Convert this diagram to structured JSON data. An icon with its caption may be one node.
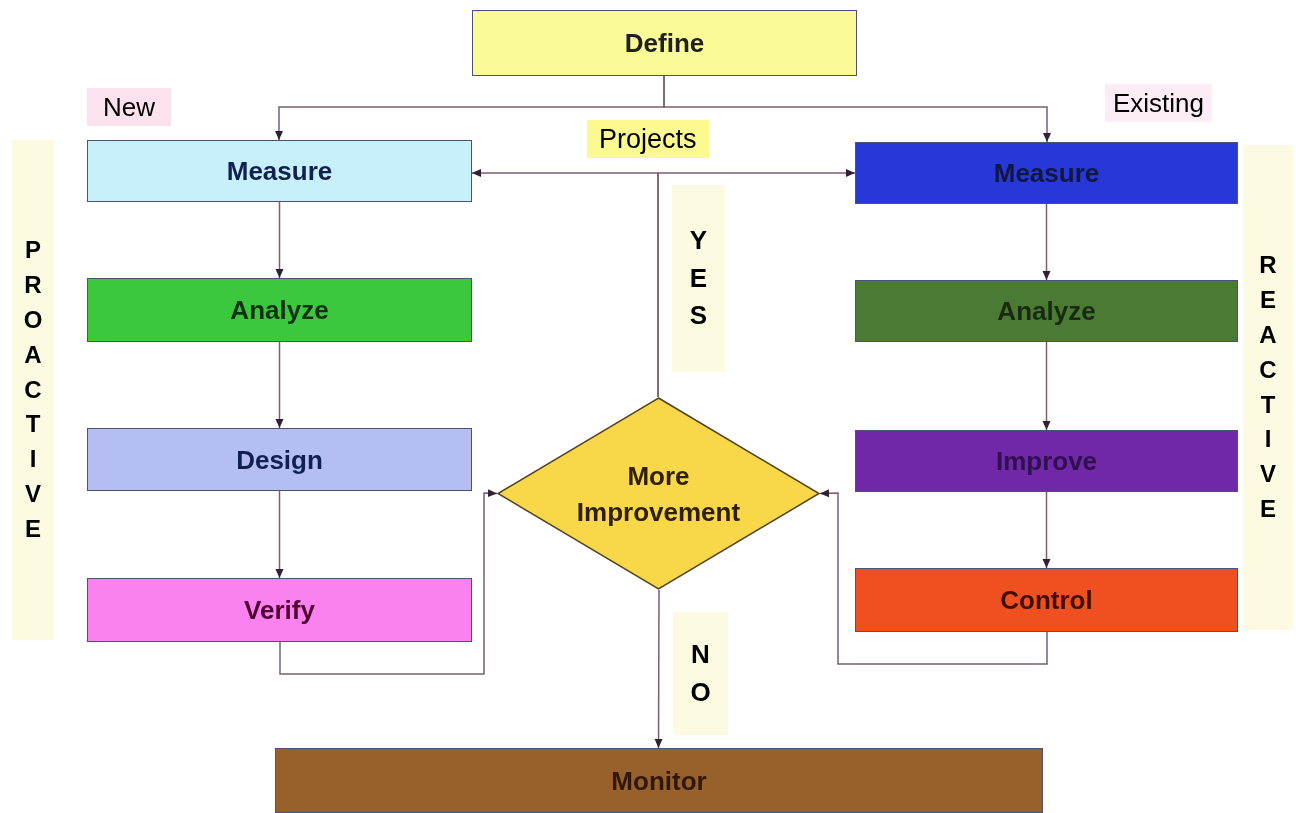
{
  "diagram": {
    "nodes": [
      {
        "text": [
          "Define"
        ]
      },
      {
        "text": [
          "Measure"
        ]
      },
      {
        "text": [
          "Analyze"
        ]
      },
      {
        "text": [
          "Design"
        ]
      },
      {
        "text": [
          "Verify"
        ]
      },
      {
        "text": [
          "Measure"
        ]
      },
      {
        "text": [
          "Analyze"
        ]
      },
      {
        "text": [
          "Improve"
        ]
      },
      {
        "text": [
          "Control"
        ]
      },
      {
        "text": [
          "More Improvement"
        ]
      },
      {
        "text": [
          "Monitor"
        ]
      }
    ],
    "edges": [
      {
        "from": 0,
        "to": 1,
        "arrow": "to"
      },
      {
        "from": 0,
        "to": 5,
        "arrow": "to"
      },
      {
        "from": 1,
        "to": 2,
        "arrow": "to"
      },
      {
        "from": 2,
        "to": 3,
        "arrow": "to"
      },
      {
        "from": 3,
        "to": 4,
        "arrow": "to"
      },
      {
        "from": 5,
        "to": 6,
        "arrow": "to"
      },
      {
        "from": 6,
        "to": 7,
        "arrow": "to"
      },
      {
        "from": 7,
        "to": 8,
        "arrow": "to"
      },
      {
        "from": 4,
        "to": 9,
        "arrow": "to"
      },
      {
        "from": 8,
        "to": 9,
        "arrow": "to"
      },
      {
        "from": 9,
        "to": 10,
        "arrow": "to",
        "label": "NO"
      },
      {
        "from": 9,
        "to": 1,
        "arrow": "to",
        "label": "YES"
      },
      {
        "from": 9,
        "to": 5,
        "arrow": "to"
      }
    ],
    "labels": [
      "New",
      "Existing",
      "Projects",
      "PROACTIVE",
      "REACTIVE"
    ]
  }
}
